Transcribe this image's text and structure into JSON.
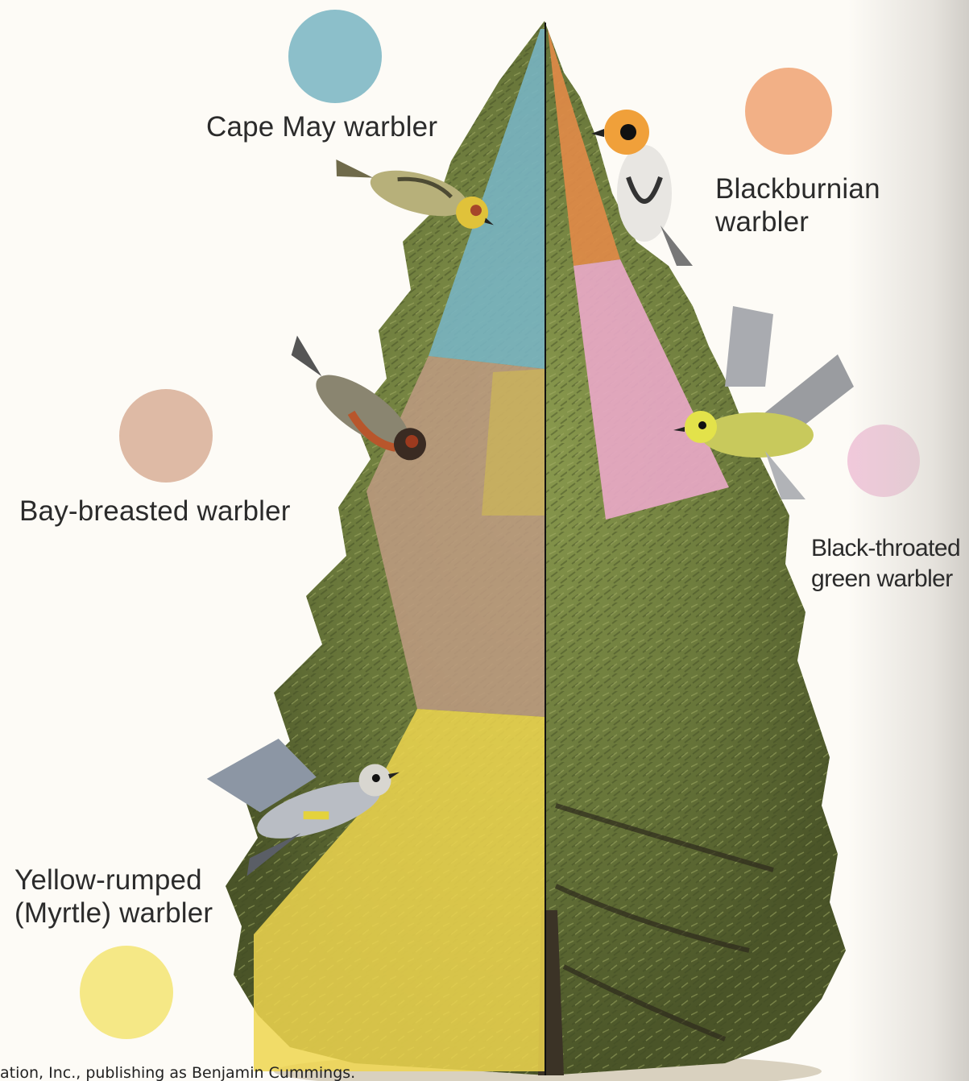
{
  "labels": {
    "cape_may": "Cape May warbler",
    "blackburnian": [
      "Blackburnian",
      "warbler"
    ],
    "bay_breasted": "Bay-breasted warbler",
    "black_throated": [
      "Black-throated",
      "green warbler"
    ],
    "yellow_rumped": [
      "Yellow-rumped",
      "(Myrtle) warbler"
    ]
  },
  "credit": "ation, Inc., publishing as Benjamin Cummings.",
  "colors": {
    "cape_may": "#78b4c2",
    "blackburnian": "#f0a272",
    "bay_breasted": "#d8ae96",
    "black_throated": "#eec0d6",
    "yellow_rumped": "#f4e67a",
    "tree_dark": "#4f5a2c",
    "tree_light": "#7d8a45",
    "trunk": "#3b3326"
  },
  "icons": [
    "tree-illustration",
    "warbler-bird-icon"
  ]
}
